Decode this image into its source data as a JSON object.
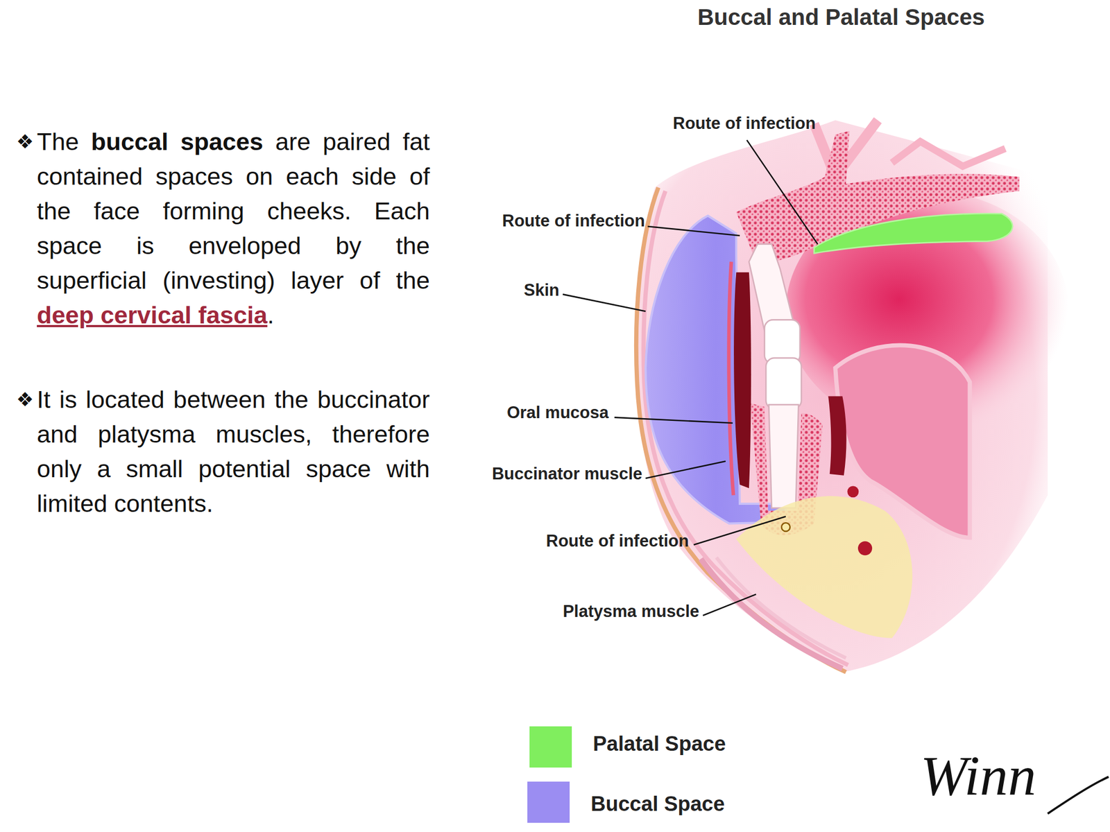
{
  "diagram": {
    "title": "Buccal and Palatal Spaces",
    "labels": [
      "❖",
      "The",
      "buccal spaces",
      "are paired fat contained spaces on each side of the face forming cheeks. Each space is enveloped by the superficial (investing) layer of the",
      "deep cervical fascia",
      ".",
      "❖",
      "It is located between the buccinator and platysma muscles, therefore only a small potential space with limited contents.",
      "Route of infection",
      "Route of infection",
      "Skin",
      "Oral mucosa",
      "Buccinator muscle",
      "Route of infection",
      "Platysma muscle",
      "Winn"
    ],
    "legend": [
      {
        "text": "Palatal Space",
        "color": "#80ee5e"
      },
      {
        "text": "Buccal Space",
        "color": "#9b8df2"
      }
    ]
  }
}
